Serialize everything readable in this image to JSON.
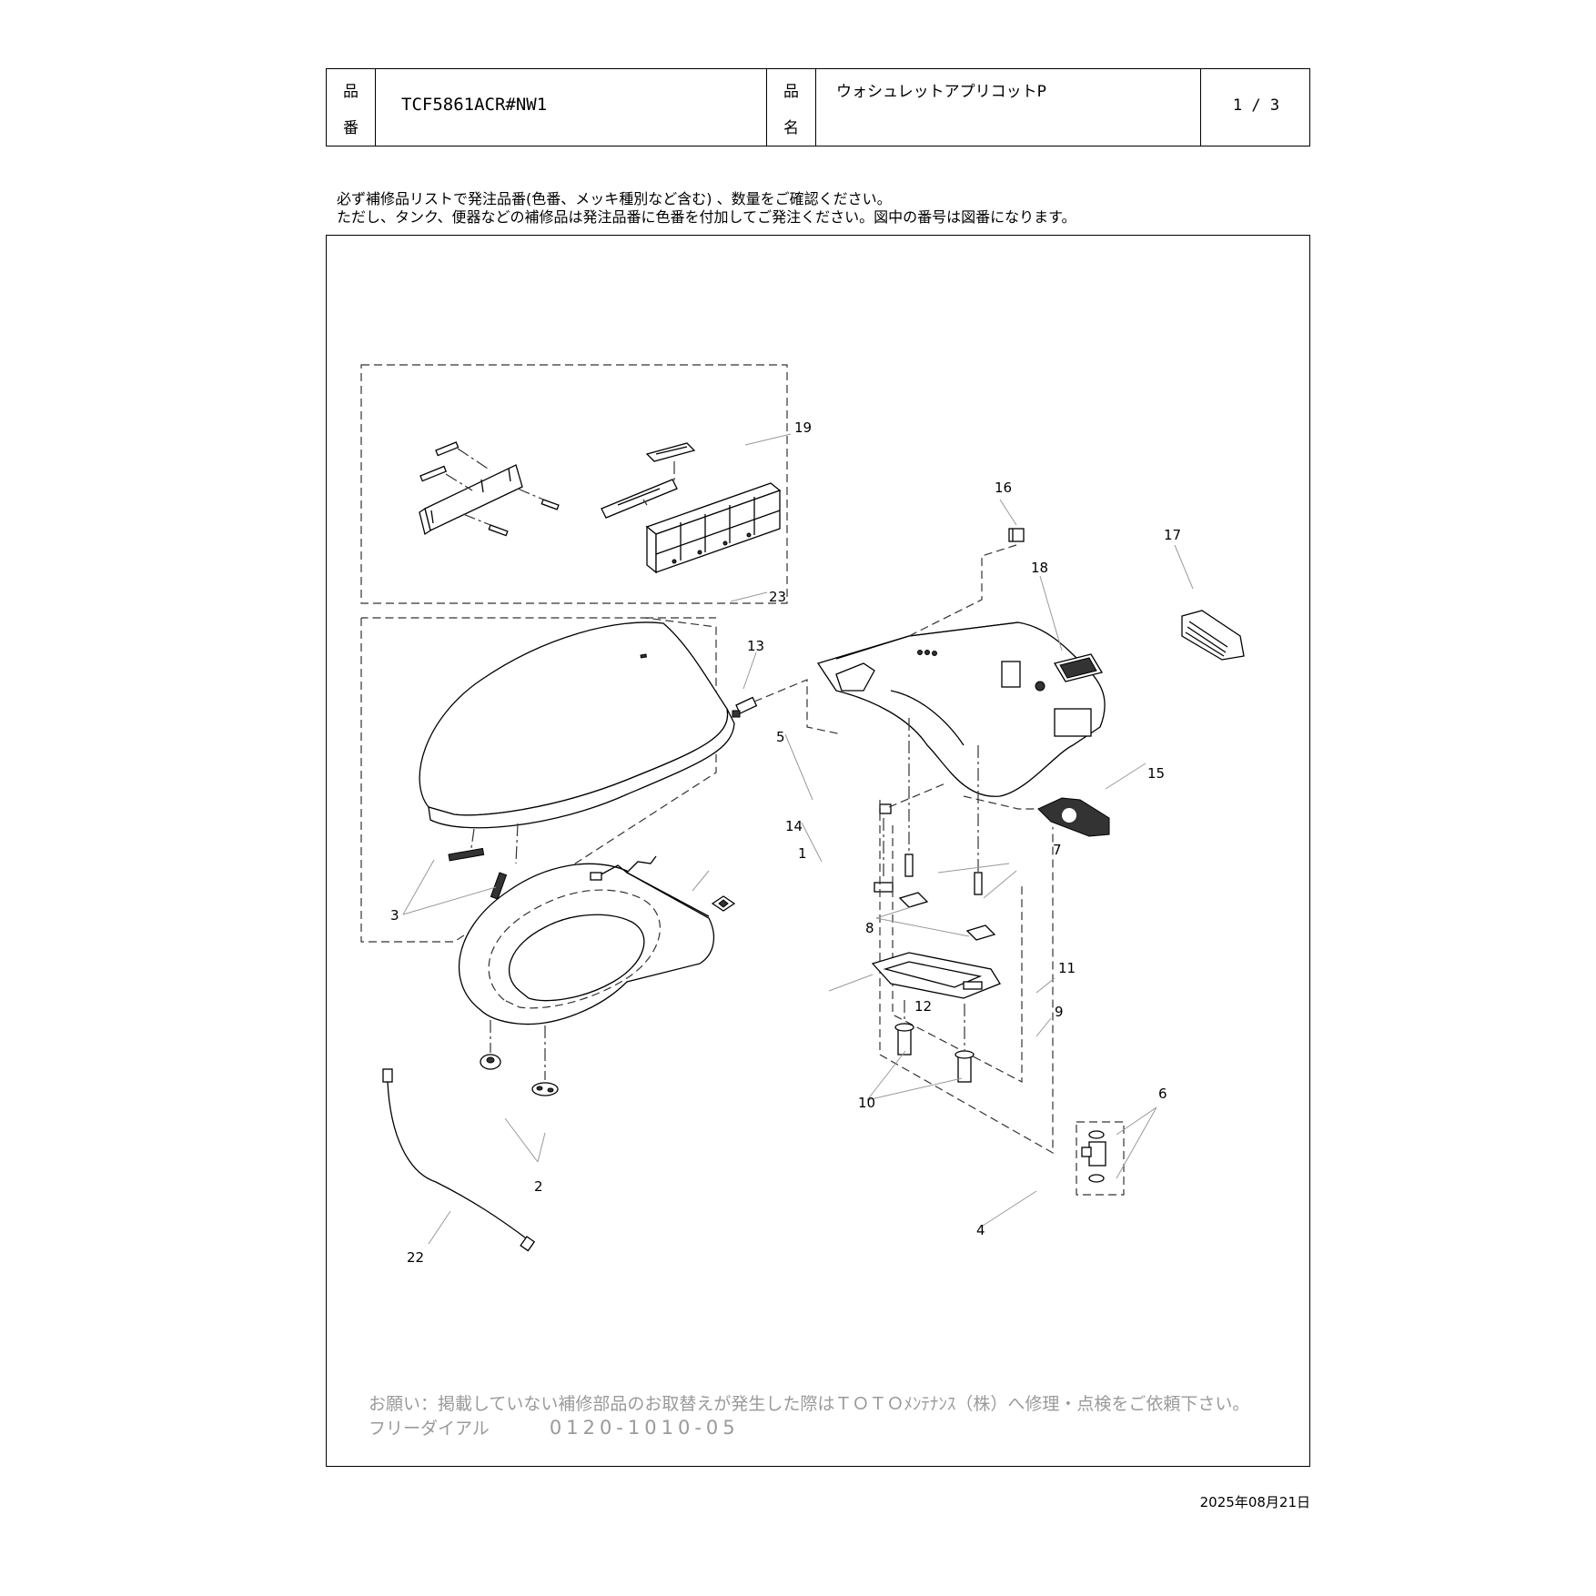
{
  "header": {
    "part_no_label_top": "品",
    "part_no_label_bottom": "番",
    "part_no": "TCF5861ACR#NW1",
    "name_label_top": "品",
    "name_label_bottom": "名",
    "product_name": "ウォシュレットアプリコットP",
    "page": "1 / 3"
  },
  "notes": {
    "line1": "必ず補修品リストで発注品番(色番、メッキ種別など含む) 、数量をご確認ください。",
    "line2": "ただし、タンク、便器などの補修品は発注品番に色番を付加してご発注ください。図中の番号は図番になります。"
  },
  "callouts": [
    "19",
    "16",
    "17",
    "18",
    "23",
    "13",
    "5",
    "15",
    "14",
    "1",
    "7",
    "8",
    "3",
    "11",
    "12",
    "9",
    "10",
    "6",
    "2",
    "4",
    "22"
  ],
  "request": {
    "line1": "お願い：掲載していない補修部品のお取替えが発生した際はＴＯＴＯﾒﾝﾃﾅﾝｽ（株）へ修理・点検をご依頼下さい。",
    "dial_label": "フリーダイアル",
    "dial_number": "0120-1010-05"
  },
  "date": "2025年08月21日"
}
